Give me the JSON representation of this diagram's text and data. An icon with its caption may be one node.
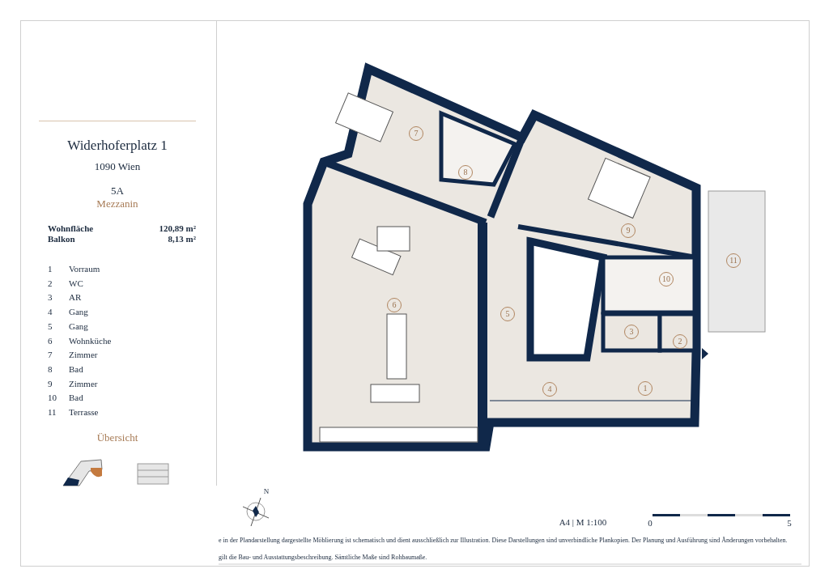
{
  "diagram": {
    "nodes": [
      {
        "text": [
          "7"
        ]
      },
      {
        "text": [
          "8"
        ]
      },
      {
        "text": [
          "9"
        ]
      },
      {
        "text": [
          "11"
        ]
      },
      {
        "text": [
          "10"
        ]
      },
      {
        "text": [
          "6"
        ]
      },
      {
        "text": [
          "5"
        ]
      },
      {
        "text": [
          "3"
        ]
      },
      {
        "text": [
          "2"
        ]
      },
      {
        "text": [
          "4"
        ]
      },
      {
        "text": [
          "1"
        ]
      }
    ],
    "labels": [
      "Widerhoferplatz 1",
      "1090 Wien",
      "5A",
      "Mezzanin",
      "Wohnfläche",
      "120,89 m²",
      "Balkon",
      "8,13 m²",
      "1",
      "Vorraum",
      "2",
      "WC",
      "3",
      "AR",
      "4",
      "Gang",
      "5",
      "Gang",
      "6",
      "Wohnküche",
      "7",
      "Zimmer",
      "8",
      "Bad",
      "9",
      "Zimmer",
      "10",
      "Bad",
      "11",
      "Terrasse",
      "Übersicht",
      "A4 | M 1:100",
      "0",
      "5",
      "N",
      "e in der Plandarstellung dargestellte Möblierung ist schematisch und dient ausschließlich zur Illustration. Diese Darstellungen sind unverbindliche Plankopien. Der Planung und Ausführung sind Änderungen vorbehalten.",
      "gilt die Bau- und Ausstattungsbeschreibung. Sämtliche Maße sind Rohbaumaße."
    ]
  }
}
